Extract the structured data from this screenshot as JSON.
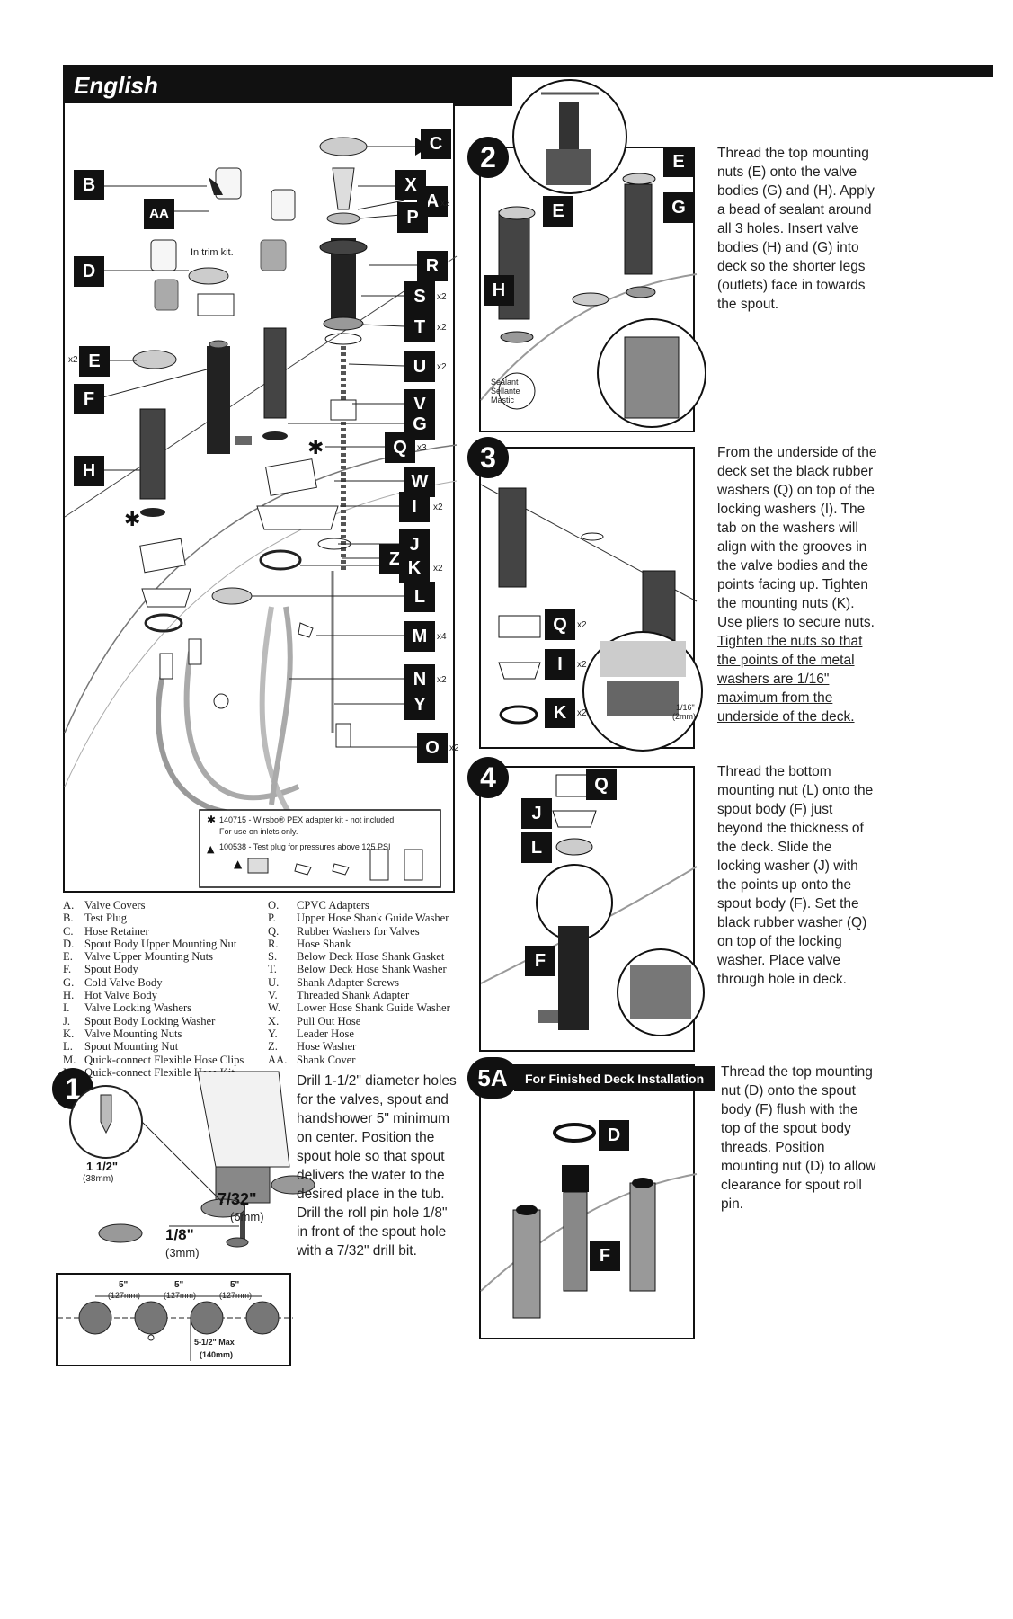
{
  "header": {
    "language": "English"
  },
  "exploded_view": {
    "callouts": [
      "C",
      "B",
      "X",
      "A",
      "AA",
      "P",
      "D",
      "R",
      "S",
      "T",
      "E",
      "U",
      "F",
      "V",
      "G",
      "Q",
      "H",
      "W",
      "I",
      "J",
      "Z",
      "K",
      "L",
      "M",
      "N",
      "Y",
      "O"
    ],
    "qty": {
      "A": "x2",
      "E": "x2",
      "S": "x2",
      "T": "x2",
      "U": "x2",
      "Q": "x3",
      "I": "x2",
      "K": "x2",
      "M": "x4",
      "N": "x2",
      "O": "x2"
    },
    "in_trim_kit": "In trim kit.",
    "note_star": "140715 - Wirsbo® PEX adapter kit - not included",
    "note_star_2": "For use on inlets only.",
    "note_triangle": "100538 - Test plug for pressures above 125 PSI"
  },
  "legend_left": [
    {
      "key": "A.",
      "label": "Valve Covers"
    },
    {
      "key": "B.",
      "label": "Test Plug"
    },
    {
      "key": "C.",
      "label": "Hose Retainer"
    },
    {
      "key": "D.",
      "label": "Spout Body Upper Mounting Nut"
    },
    {
      "key": "E.",
      "label": "Valve Upper Mounting Nuts"
    },
    {
      "key": "F.",
      "label": "Spout Body"
    },
    {
      "key": "G.",
      "label": "Cold Valve Body"
    },
    {
      "key": "H.",
      "label": "Hot Valve Body"
    },
    {
      "key": "I.",
      "label": "Valve Locking Washers"
    },
    {
      "key": "J.",
      "label": "Spout Body Locking Washer"
    },
    {
      "key": "K.",
      "label": "Valve Mounting Nuts"
    },
    {
      "key": "L.",
      "label": "Spout Mounting Nut"
    },
    {
      "key": "M.",
      "label": "Quick-connect Flexible Hose Clips"
    },
    {
      "key": "N.",
      "label": "Quick-connect Flexible Hose Kit"
    }
  ],
  "legend_right": [
    {
      "key": "O.",
      "label": "CPVC Adapters"
    },
    {
      "key": "P.",
      "label": "Upper Hose Shank Guide Washer"
    },
    {
      "key": "Q.",
      "label": "Rubber Washers for Valves"
    },
    {
      "key": "R.",
      "label": "Hose Shank"
    },
    {
      "key": "S.",
      "label": "Below Deck Hose Shank Gasket"
    },
    {
      "key": "T.",
      "label": "Below Deck Hose Shank Washer"
    },
    {
      "key": "U.",
      "label": "Shank Adapter Screws"
    },
    {
      "key": "V.",
      "label": "Threaded Shank Adapter"
    },
    {
      "key": "W.",
      "label": "Lower Hose Shank Guide Washer"
    },
    {
      "key": "X.",
      "label": "Pull Out Hose"
    },
    {
      "key": "Y.",
      "label": "Leader Hose"
    },
    {
      "key": "Z.",
      "label": "Hose Washer"
    },
    {
      "key": "AA.",
      "label": "Shank Cover"
    }
  ],
  "steps": {
    "s1": {
      "number": "1",
      "text": "Drill 1-1/2\" diameter holes for the valves, spout and handshower 5\" minimum on center. Position the spout hole so that spout delivers the water to the desired place in the tub. Drill the roll pin hole 1/8\" in front of the spout hole with a 7/32\" drill bit.",
      "dim_hole": "1 1/2\"",
      "dim_hole_mm": "(38mm)",
      "dim_bit": "7/32\"",
      "dim_bit_mm": "(6mm)",
      "dim_offset": "1/8\"",
      "dim_offset_mm": "(3mm)",
      "spacing": "5\"",
      "spacing_mm": "(127mm)",
      "max": "5-1/2\" Max",
      "max_mm": "(140mm)"
    },
    "s2": {
      "number": "2",
      "text": "Thread the top mounting nuts (E) onto the valve bodies (G) and (H). Apply a bead of sealant around all 3 holes. Insert valve bodies (H) and (G) into deck so the shorter legs (outlets) face in towards the spout.",
      "sealant": [
        "Sealant",
        "Sellante",
        "Mastic"
      ]
    },
    "s3": {
      "number": "3",
      "text_plain": "From the underside of the deck set the black rubber washers (Q) on top of the locking washers (I). The tab on the washers will align with the grooves in the valve bodies and the points facing up. Tighten the mounting nuts (K). Use pliers to secure nuts.",
      "text_underlined": "Tighten the nuts so that the points of the metal washers are 1/16\" maximum from the underside of the deck.",
      "dim": "1/16\"",
      "dim_mm": "(2mm)"
    },
    "s4": {
      "number": "4",
      "text": "Thread the bottom mounting nut (L) onto the spout body (F) just beyond the thickness of the deck. Slide the locking washer (J) with the points up onto the spout body (F). Set the black rubber washer (Q) on top of the locking washer. Place valve through hole in deck."
    },
    "s5a": {
      "number": "5A",
      "title": "For Finished Deck Installation",
      "text": "Thread the top mounting nut (D) onto the spout body (F) flush with the top of the spout body threads. Position mounting nut (D) to allow clearance for spout roll pin."
    }
  }
}
